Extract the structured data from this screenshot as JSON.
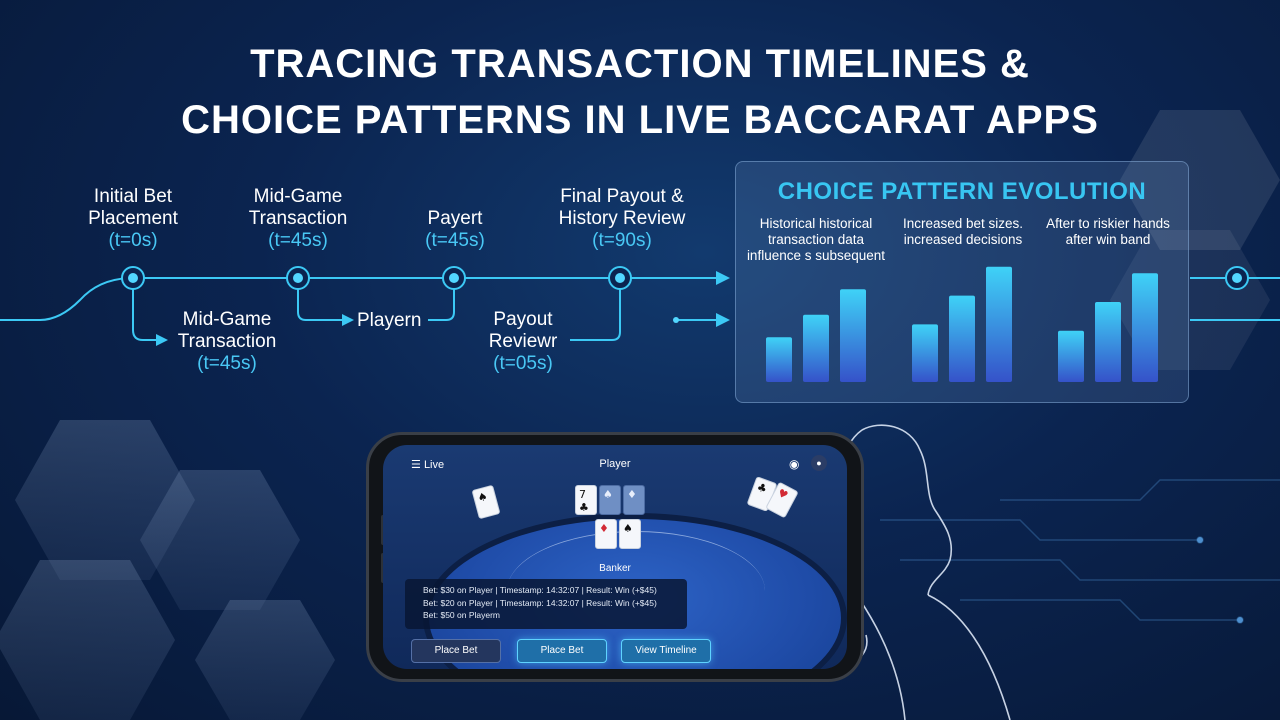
{
  "title": {
    "line1": "TRACING TRANSACTION TIMELINES &",
    "line2": "CHOICE PATTERNS IN LIVE BACCARAT APPS"
  },
  "timeline": {
    "top_nodes": [
      {
        "line1": "Initial Bet",
        "line2": "Placement",
        "time": "(t=0s)"
      },
      {
        "line1": "Mid-Game",
        "line2": "Transaction",
        "time": "(t=45s)"
      },
      {
        "line1": "Payert",
        "line2": "",
        "time": "(t=45s)"
      },
      {
        "line1": "Final Payout &",
        "line2": "History Review",
        "time": "(t=90s)"
      }
    ],
    "bottom_nodes": [
      {
        "line1": "Mid-Game",
        "line2": "Transaction",
        "time": "(t=45s)"
      },
      {
        "line1": "Payout",
        "line2": "Reviewr",
        "time": "(t=05s)"
      }
    ],
    "inline_label": "Playern"
  },
  "panel": {
    "title": "CHOICE PATTERN EVOLUTION",
    "groups": [
      {
        "text": "Historical historical transaction data influence s subsequent",
        "bars": [
          0.28,
          0.42,
          0.58
        ]
      },
      {
        "text": "Increased bet sizes. increased decisions",
        "bars": [
          0.36,
          0.54,
          0.72
        ]
      },
      {
        "text": "After to riskier hands after win band",
        "bars": [
          0.32,
          0.5,
          0.68
        ]
      }
    ]
  },
  "phone_app": {
    "menu_label": "Live",
    "title": "Player",
    "banker_label": "Banker",
    "log_lines": [
      "Bet: $30 on Player | Timestamp: 14:32:07 | Result: Win (+$45)",
      "Bet: $20 on Player | Timestamp: 14:32:07 | Result: Win (+$45)",
      "Bet: $50 on Playerm"
    ],
    "buttons": [
      "Place Bet",
      "Place Bet",
      "View Timeline"
    ]
  },
  "colors": {
    "accent": "#38c6f2",
    "background": "#0b2450",
    "bar_top": "#3fd2f7",
    "bar_bottom": "#3552c9"
  }
}
